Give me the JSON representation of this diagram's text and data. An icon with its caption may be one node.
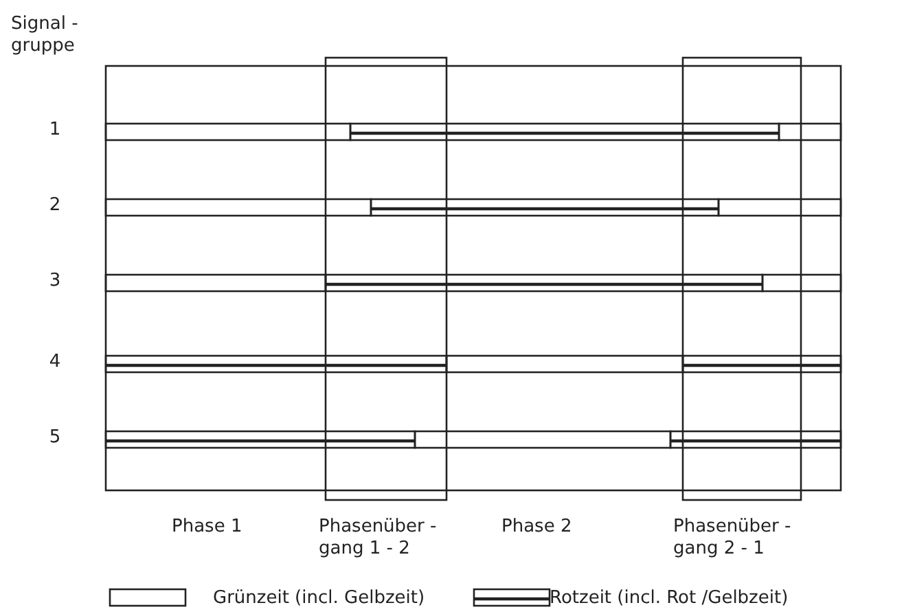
{
  "diagram": {
    "labels": [
      "Signal - gruppe",
      "1",
      "2",
      "3",
      "4",
      "5",
      "Phase 1",
      "Phasenüber - gang 1 - 2",
      "Phase 2",
      "Phasenüber - gang 2 - 1"
    ],
    "legend": [
      {
        "text": "Grünzeit (incl. Gelbzeit)"
      },
      {
        "text": "Rotzeit (incl. Rot /Gelbzeit)"
      }
    ]
  }
}
